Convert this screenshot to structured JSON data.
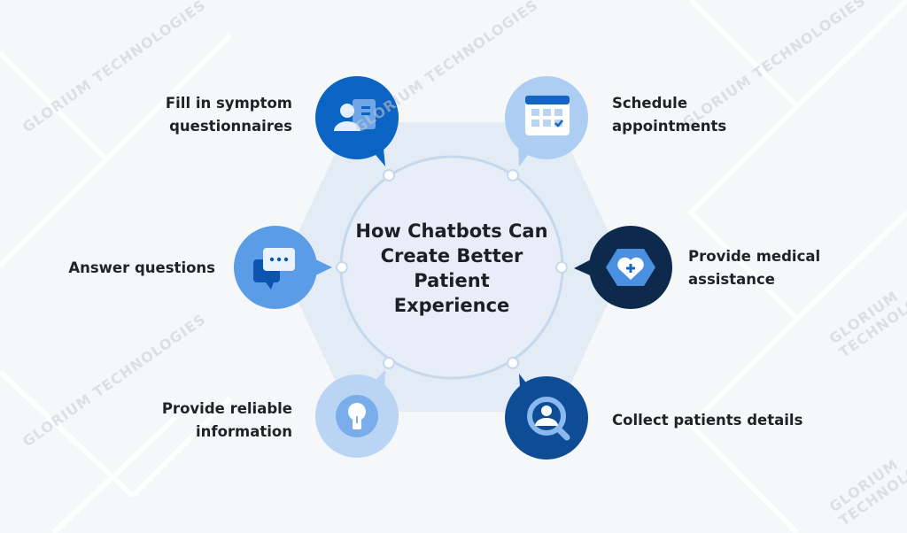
{
  "title": "How Chatbots Can Create Better Patient Experience",
  "watermark": "GLORIUM TECHNOLOGIES",
  "items": [
    {
      "label": "Fill in symptom questionnaires",
      "icon": "patient-card-icon",
      "color": "#0b63c3"
    },
    {
      "label": "Schedule appointments",
      "icon": "calendar-icon",
      "color": "#aecdf3"
    },
    {
      "label": "Answer questions",
      "icon": "chat-bubbles-icon",
      "color": "#5b9ce6"
    },
    {
      "label": "Provide medical assistance",
      "icon": "medical-heart-icon",
      "color": "#0d2a4d"
    },
    {
      "label": "Provide reliable information",
      "icon": "lightbulb-icon",
      "color": "#b9d5f3"
    },
    {
      "label": "Collect patients details",
      "icon": "user-search-icon",
      "color": "#0f4c96"
    }
  ]
}
